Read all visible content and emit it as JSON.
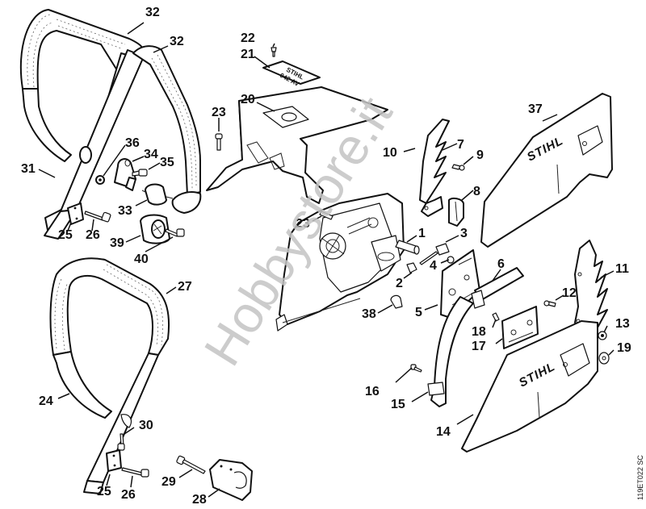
{
  "diagram": {
    "title": "Handle bars / Shroud / Chain sprocket cover exploded view",
    "brand_marks": {
      "cover_37": "STIHL",
      "cover_14": "STIHL",
      "nameplate_21_line1": "STIHL",
      "nameplate_21_line2": "042 AV"
    },
    "watermark": "Hobbystore.it",
    "figure_code": "119ET022 SC",
    "callouts": {
      "c1": "1",
      "c2": "2",
      "c3": "3",
      "c4": "4",
      "c5": "5",
      "c6": "6",
      "c7": "7",
      "c8": "8",
      "c9": "9",
      "c10": "10",
      "c11": "11",
      "c12": "12",
      "c13": "13",
      "c14": "14",
      "c15": "15",
      "c16": "16",
      "c17": "17",
      "c18": "18",
      "c19": "19",
      "c20": "20",
      "c21": "21",
      "c22": "22",
      "c23a": "23",
      "c23b": "23",
      "c24": "24",
      "c25a": "25",
      "c25b": "25",
      "c26a": "26",
      "c26b": "26",
      "c27": "27",
      "c28": "28",
      "c29": "29",
      "c30": "30",
      "c31": "31",
      "c32a": "32",
      "c32b": "32",
      "c33": "33",
      "c34": "34",
      "c35": "35",
      "c36": "36",
      "c37": "37",
      "c38": "38",
      "c39": "39",
      "c40": "40"
    }
  }
}
